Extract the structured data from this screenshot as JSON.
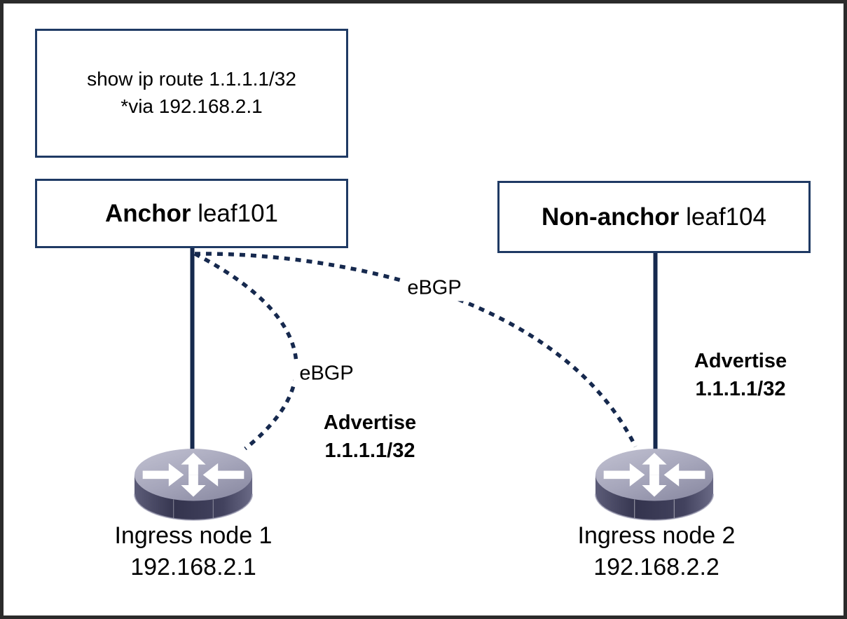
{
  "diagram": {
    "note_box": {
      "line1": "show ip route 1.1.1.1/32",
      "line2": "*via 192.168.2.1"
    },
    "anchor_box": {
      "bold": "Anchor",
      "rest": " leaf101"
    },
    "non_anchor_box": {
      "bold": "Non-anchor",
      "rest": " leaf104"
    },
    "labels": {
      "ebgp_top": "eBGP",
      "ebgp_left": "eBGP",
      "advertise_left": {
        "line1": "Advertise",
        "line2": "1.1.1.1/32"
      },
      "advertise_right": {
        "line1": "Advertise",
        "line2": "1.1.1.1/32"
      },
      "node1": {
        "line1": "Ingress node 1",
        "line2": "192.168.2.1"
      },
      "node2": {
        "line1": "Ingress node 2",
        "line2": "192.168.2.2"
      }
    },
    "icons": {
      "router_left": "router-icon",
      "router_right": "router-icon"
    },
    "colors": {
      "connector_navy": "#16294E",
      "box_border": "#1F3A64",
      "frame_border": "#2B2B2B",
      "router_top": "#B4B4C6",
      "router_body": "#3C3C58"
    }
  }
}
